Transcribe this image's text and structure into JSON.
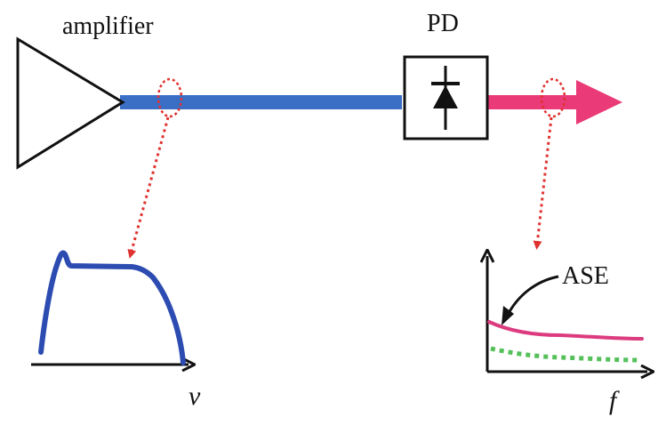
{
  "labels": {
    "amplifier": "amplifier",
    "pd": "PD",
    "ase": "ASE",
    "optical_axis": "v",
    "electrical_axis": "f"
  },
  "colors": {
    "optical_line": "#3b6fc6",
    "electrical_line": "#ea3a78",
    "probe": "#e0322f",
    "spectrum_curve": "#2d4cb2",
    "ase_curve": "#dc3c7f",
    "noise_curve": "#55c05a",
    "outline": "#111111"
  },
  "icons": {
    "amplifier": "triangle-amplifier-icon",
    "photodiode": "photodiode-icon"
  }
}
